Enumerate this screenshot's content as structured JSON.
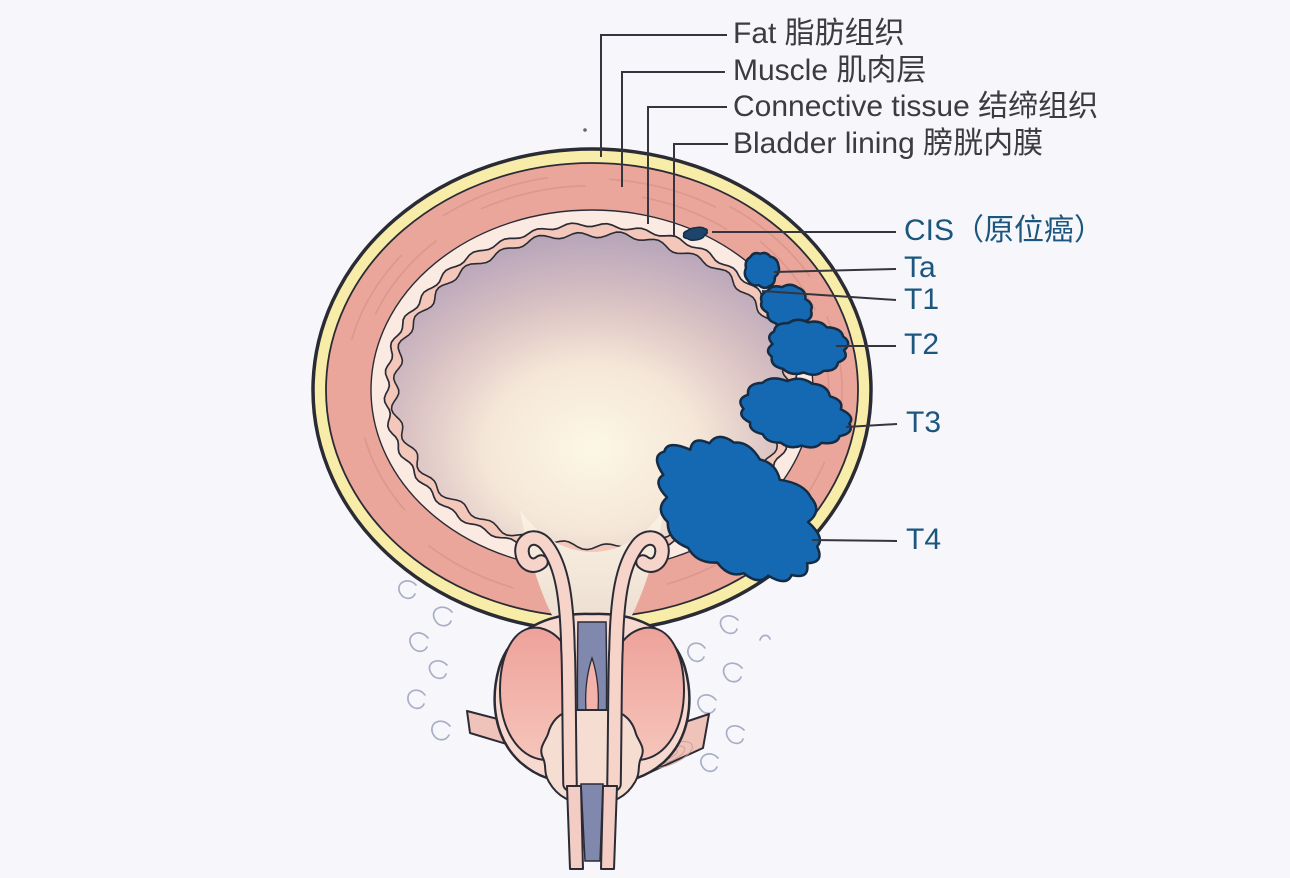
{
  "figure": {
    "type": "bladder-cancer-staging-diagram",
    "layer_labels": [
      {
        "id": "fat",
        "text": "Fat 脂肪组织"
      },
      {
        "id": "muscle",
        "text": "Muscle 肌肉层"
      },
      {
        "id": "connective",
        "text": "Connective tissue 结缔组织"
      },
      {
        "id": "lining",
        "text": "Bladder lining 膀胱内膜"
      }
    ],
    "stage_labels": [
      {
        "id": "cis",
        "text": "CIS（原位癌）"
      },
      {
        "id": "ta",
        "text": "Ta"
      },
      {
        "id": "t1",
        "text": "T1"
      },
      {
        "id": "t2",
        "text": "T2"
      },
      {
        "id": "t3",
        "text": "T3"
      },
      {
        "id": "t4",
        "text": "T4"
      }
    ]
  },
  "colors": {
    "background": "#f7f6fa",
    "outline": "#2b2b35",
    "fat": "#f8eca9",
    "muscle": "#eaa69b",
    "muscle_striation": "#cf8a7f",
    "connective": "#faeae2",
    "lining": "#f3c7ba",
    "cavity_center": "#fdf7e6",
    "cavity_mid": "#dcc4c4",
    "cavity_edge": "#a294ae",
    "funnel_top": "#faf2e2",
    "funnel_bottom": "#eadbcf",
    "tumor": "#1568b2",
    "tumor_outline": "#142c44",
    "cis_spot": "#1d456b",
    "stage_label": "#1a567e",
    "layer_label": "#3b3b40",
    "leader": "#35353d",
    "squiggle": "#9aa2bd",
    "prostate_capsule": "#f8d9d0",
    "prostate_lobe_top": "#eda29a",
    "prostate_lobe_bottom": "#f6c5bb",
    "hook": "#f6d4ca",
    "band": "#efc2ba",
    "band_swirl": "#c79a91",
    "diaphragm": "#f6ddd2",
    "channel": "#8088ae",
    "verumontanum": "#f3b3ab",
    "urethra_wall": "#f3cdc3"
  }
}
